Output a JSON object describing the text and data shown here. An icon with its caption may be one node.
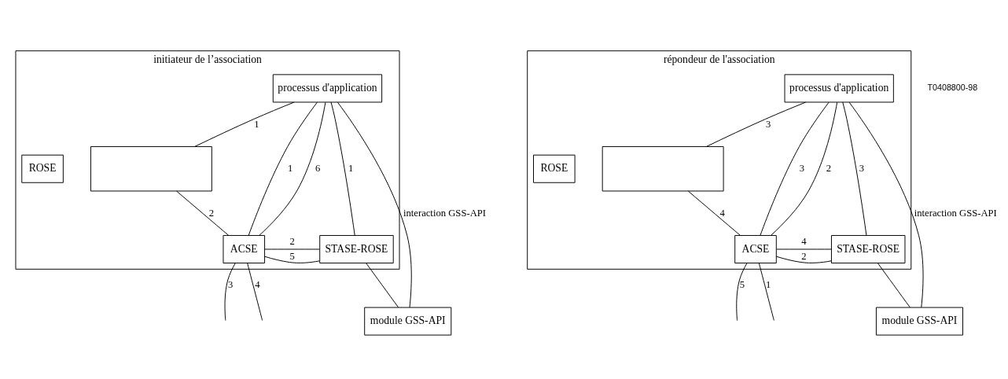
{
  "diagram": {
    "nodes": [
      {
        "text": [
          "initiateur de l’association"
        ]
      },
      {
        "text": [
          "processus d'application"
        ],
        "in": 0
      },
      {
        "text": [],
        "shape": "box",
        "in": 0
      },
      {
        "text": [
          "ROSE"
        ],
        "in": 0
      },
      {
        "text": [
          "ACSE"
        ],
        "in": 0
      },
      {
        "text": [
          "STASE-ROSE"
        ],
        "in": 0
      },
      {
        "text": [
          "module GSS-API"
        ]
      },
      {
        "text": [
          "répondeur de l'association"
        ]
      },
      {
        "text": [
          "processus d'application"
        ],
        "in": 7
      },
      {
        "text": [],
        "shape": "box",
        "in": 7
      },
      {
        "text": [
          "ROSE"
        ],
        "in": 7
      },
      {
        "text": [
          "ACSE"
        ],
        "in": 7
      },
      {
        "text": [
          "STASE-ROSE"
        ],
        "in": 7
      },
      {
        "text": [
          "module GSS-API"
        ]
      }
    ],
    "edges": [
      {
        "from": 1,
        "to": 4,
        "arrow": "none",
        "label": "1"
      },
      {
        "from": 1,
        "to": 4,
        "arrow": "none",
        "label": "6"
      },
      {
        "from": 1,
        "to": 2,
        "arrow": "none",
        "label": "1"
      },
      {
        "from": 2,
        "to": 4,
        "arrow": "none",
        "label": "2"
      },
      {
        "from": 1,
        "to": 5,
        "arrow": "none",
        "label": "1"
      },
      {
        "from": 4,
        "to": 5,
        "arrow": "none",
        "label": "2"
      },
      {
        "from": 4,
        "to": 5,
        "arrow": "none",
        "label": "5"
      },
      {
        "from": 5,
        "to": 6,
        "arrow": "none"
      },
      {
        "from": 1,
        "to": 6,
        "arrow": "none",
        "label": "interaction GSS-API"
      },
      {
        "from": 4,
        "to": null,
        "arrow": "none",
        "label": "3"
      },
      {
        "from": 4,
        "to": null,
        "arrow": "none",
        "label": "4"
      },
      {
        "from": 8,
        "to": 11,
        "arrow": "none",
        "label": "3"
      },
      {
        "from": 8,
        "to": 11,
        "arrow": "none",
        "label": "2"
      },
      {
        "from": 8,
        "to": 9,
        "arrow": "none",
        "label": "3"
      },
      {
        "from": 9,
        "to": 11,
        "arrow": "none",
        "label": "4"
      },
      {
        "from": 8,
        "to": 12,
        "arrow": "none",
        "label": "3"
      },
      {
        "from": 11,
        "to": 12,
        "arrow": "none",
        "label": "4"
      },
      {
        "from": 11,
        "to": 12,
        "arrow": "none",
        "label": "2"
      },
      {
        "from": 12,
        "to": 13,
        "arrow": "none"
      },
      {
        "from": 8,
        "to": 13,
        "arrow": "none",
        "label": "interaction GSS-API"
      },
      {
        "from": 11,
        "to": null,
        "arrow": "none",
        "label": "5"
      },
      {
        "from": 11,
        "to": null,
        "arrow": "none",
        "label": "1"
      }
    ],
    "labels": [
      "T0408800-98"
    ]
  }
}
